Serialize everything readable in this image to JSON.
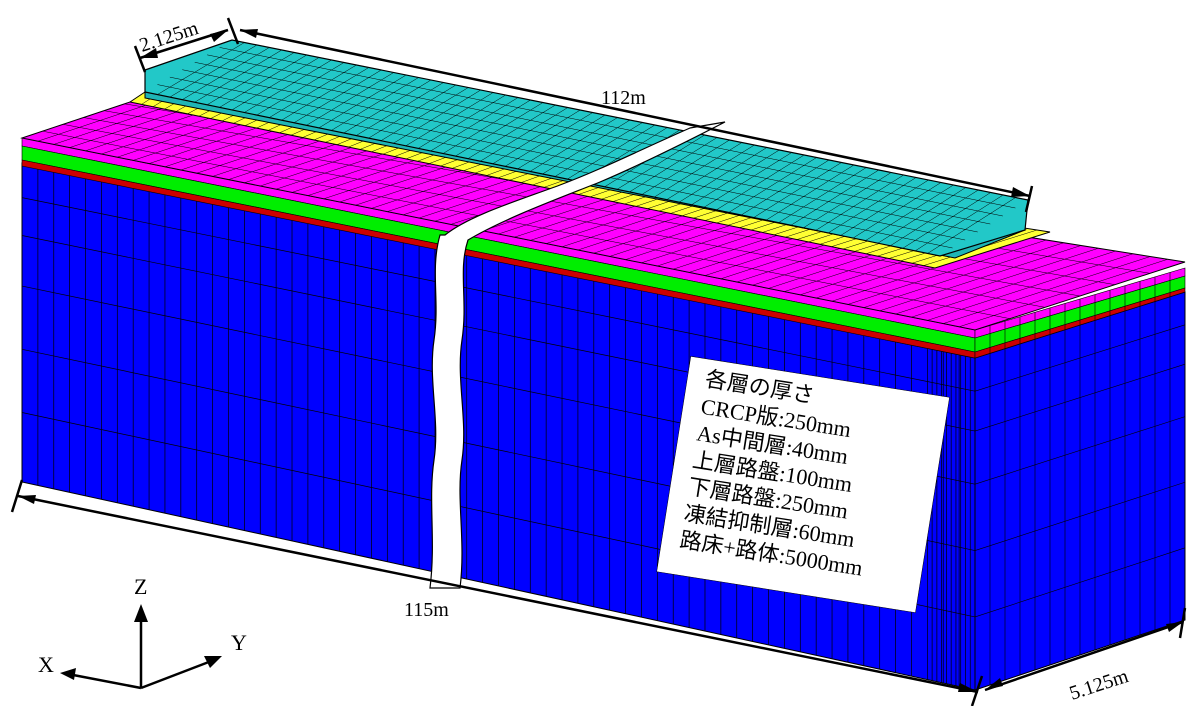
{
  "colors": {
    "crcp": "#22c8c8",
    "as_intermediate": "#ffff33",
    "upper_base": "#ff00ff",
    "lower_base": "#00ee00",
    "frost_layer": "#cc0000",
    "subgrade": "#0000ff",
    "mesh_line": "#000000"
  },
  "dimensions": {
    "slab_width": "2.125m",
    "slab_length": "112m",
    "model_length": "115m",
    "model_width": "5.125m"
  },
  "axes": {
    "z": "Z",
    "y": "Y",
    "x": "X"
  },
  "legend": {
    "title": "各層の厚さ",
    "lines": [
      "CRCP版:250mm",
      "As中間層:40mm",
      "上層路盤:100mm",
      "下層路盤:250mm",
      "凍結抑制層:60mm",
      "路床+路体:5000mm"
    ]
  }
}
